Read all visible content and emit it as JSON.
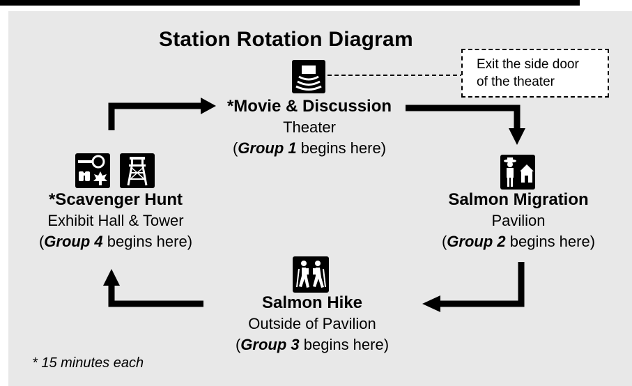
{
  "title": "Station Rotation Diagram",
  "stations": [
    {
      "id": "movie",
      "name": "*Movie & Discussion",
      "location": "Theater",
      "group": "Group 1",
      "group_suffix": " begins here)",
      "icons": [
        "theater-icon"
      ]
    },
    {
      "id": "salmon-migration",
      "name": "Salmon Migration",
      "location": "Pavilion",
      "group": "Group 2",
      "group_suffix": " begins here)",
      "icons": [
        "ranger-station-icon"
      ]
    },
    {
      "id": "salmon-hike",
      "name": "Salmon Hike",
      "location": "Outside of Pavilion",
      "group": "Group 3",
      "group_suffix": " begins here)",
      "icons": [
        "hikers-icon"
      ]
    },
    {
      "id": "scavenger-hunt",
      "name": "*Scavenger Hunt",
      "location": "Exhibit Hall & Tower",
      "group": "Group 4",
      "group_suffix": " begins here)",
      "icons": [
        "nature-study-icon",
        "lookout-tower-icon"
      ]
    }
  ],
  "callout": {
    "line1": "Exit the side door",
    "line2": "of the theater"
  },
  "footnote": "* 15 minutes each",
  "colors": {
    "background": "#e8e8e8",
    "ink": "#000000"
  }
}
